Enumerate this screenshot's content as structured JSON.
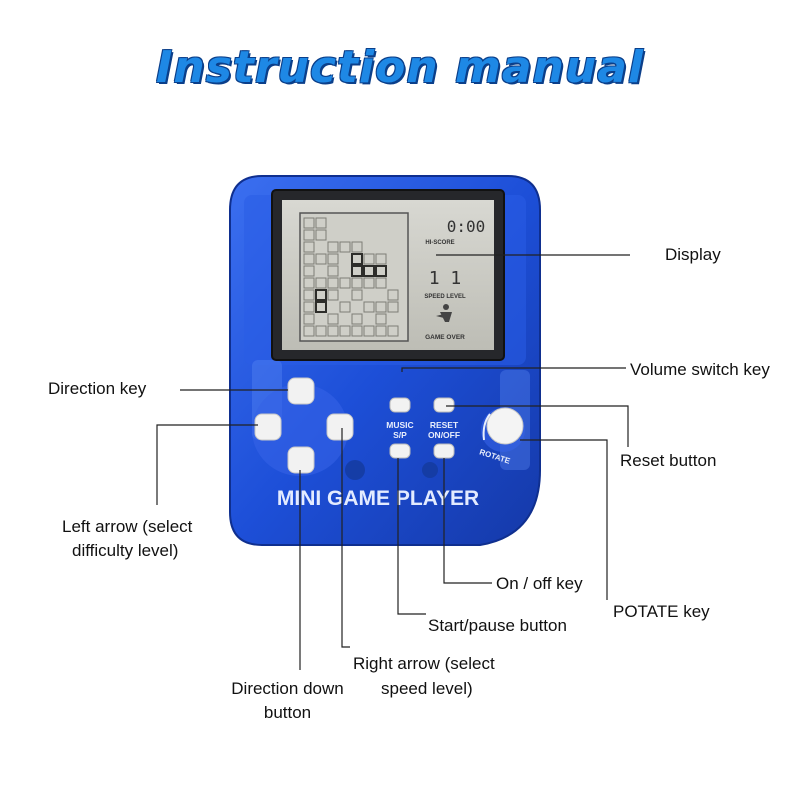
{
  "title": "Instruction manual",
  "device": {
    "brand_label": "MINI GAME PLAYER",
    "screen": {
      "score": "0:00",
      "hi_score_label": "HI-SCORE",
      "level_digits": "1 1",
      "speed_level_label": "SPEED LEVEL",
      "game_over_label": "GAME OVER"
    },
    "buttons": {
      "music_label_1": "MUSIC",
      "music_label_2": "S/P",
      "reset_label_1": "RESET",
      "reset_label_2": "ON/OFF",
      "rotate_label": "ROTATE"
    }
  },
  "labels": {
    "display": "Display",
    "volume_switch": "Volume switch key",
    "direction_key": "Direction key",
    "reset_button": "Reset button",
    "left_arrow_1": "Left arrow (select",
    "left_arrow_2": "difficulty level)",
    "on_off": "On / off key",
    "potate": "POTATE key",
    "start_pause": "Start/pause button",
    "right_arrow_1": "Right arrow (select",
    "right_arrow_2": "speed level)",
    "direction_down_1": "Direction down",
    "direction_down_2": "button"
  },
  "colors": {
    "title": "#1e88e5",
    "device_body": "#1d4fd8",
    "leader_line": "#222222"
  }
}
